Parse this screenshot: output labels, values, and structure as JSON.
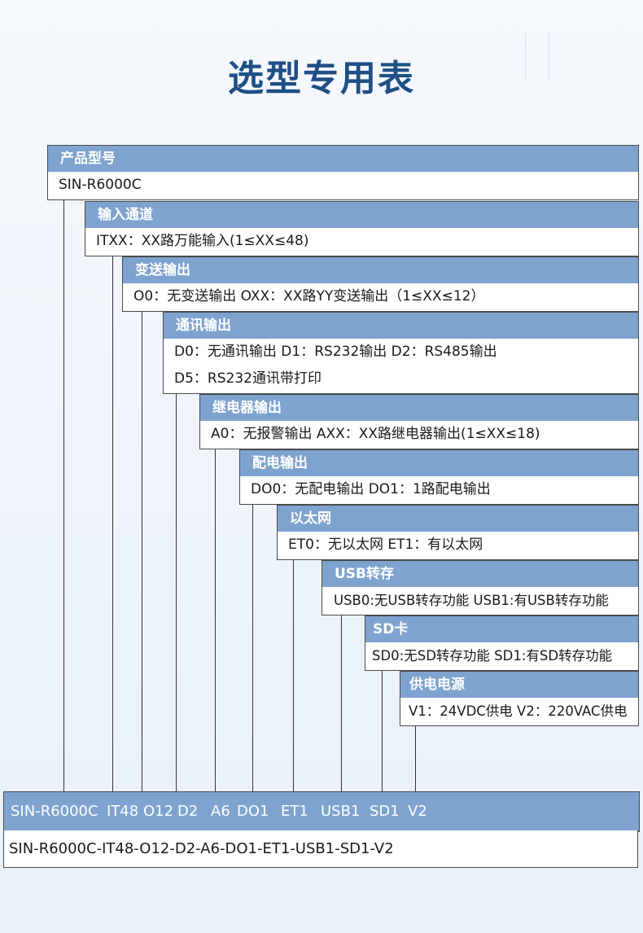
{
  "title": "选型专用表",
  "sections": [
    {
      "header": "产品型号",
      "lines": [
        "SIN-R6000C"
      ]
    },
    {
      "header": "输入通道",
      "lines": [
        "ITXX：XX路万能输入(1≤XX≤48)"
      ]
    },
    {
      "header": "变送输出",
      "lines": [
        "O0：无变送输出   OXX：XX路YY变送输出（1≤XX≤12）"
      ]
    },
    {
      "header": "通讯输出",
      "lines": [
        "D0：无通讯输出    D1：RS232输出    D2：RS485输出",
        "D5：RS232通讯带打印"
      ]
    },
    {
      "header": "继电器输出",
      "lines": [
        "A0：无报警输出   AXX：XX路继电器输出(1≤XX≤18)"
      ]
    },
    {
      "header": "配电输出",
      "lines": [
        "DO0：无配电输出   DO1：1路配电输出"
      ]
    },
    {
      "header": "以太网",
      "lines": [
        "ET0：无以太网   ET1：有以太网"
      ]
    },
    {
      "header": "USB转存",
      "lines": [
        "USB0:无USB转存功能 USB1:有USB转存功能"
      ]
    },
    {
      "header": "SD卡",
      "lines": [
        "SD0:无SD转存功能 SD1:有SD转存功能"
      ]
    },
    {
      "header": "供电电源",
      "lines": [
        "V1：24VDC供电 V2：220VAC供电"
      ]
    }
  ],
  "example": {
    "codes": [
      "SIN-R6000C",
      "IT48",
      "O12",
      "D2",
      "A6",
      "DO1",
      "ET1",
      "USB1",
      "SD1",
      "V2"
    ],
    "full_code": "SIN-R6000C-IT48-O12-D2-A6-DO1-ET1-USB1-SD1-V2"
  }
}
